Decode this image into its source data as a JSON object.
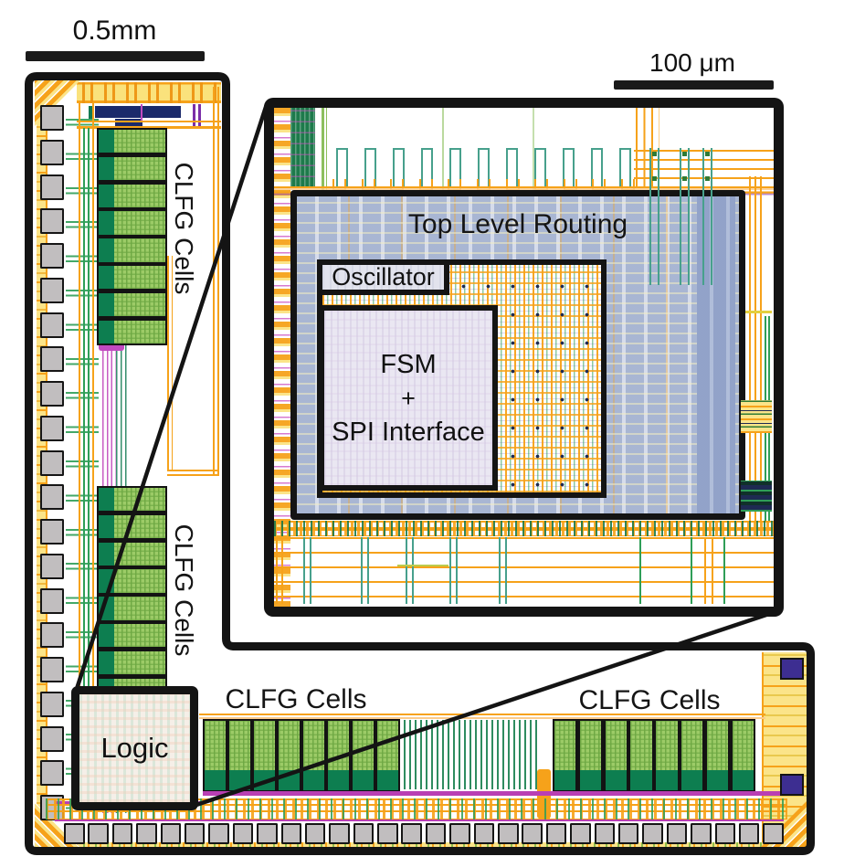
{
  "figure": {
    "background": "#ffffff",
    "scale_bars": [
      {
        "label": "0.5mm"
      },
      {
        "label": "100 μm"
      }
    ],
    "die": {
      "left_column_labels": [
        "CLFG Cells",
        "CLFG Cells"
      ],
      "bottom_row_labels": [
        "CLFG Cells",
        "CLFG Cells"
      ],
      "logic_label": "Logic",
      "left_pad_count": 21,
      "bottom_pad_count": 30,
      "left_cell_counts": [
        8,
        8
      ],
      "bottom_cell_counts": [
        8,
        8
      ]
    },
    "inset": {
      "top_level_routing_label": "Top Level Routing",
      "oscillator_label": "Oscillator",
      "fsm_lines": [
        "FSM",
        "+",
        "SPI Interface"
      ],
      "top_pin_pair_count": 11
    },
    "colors": {
      "routing_orange": "#F6A21A",
      "pad_ring_yellow": "#FBE489",
      "cell_light_green": "#9CCB67",
      "cell_dark_green": "#0D7E50",
      "routing_teal": "#47A08C",
      "routing_green": "#2F9E57",
      "bus_magenta": "#B93FB3",
      "block_indigo": "#3D2E91",
      "pad_gray": "#C1BEBF",
      "tlr_fill": "#C3CCE0",
      "fsm_fill": "#EAE7F2",
      "outline_black": "#141414"
    }
  }
}
